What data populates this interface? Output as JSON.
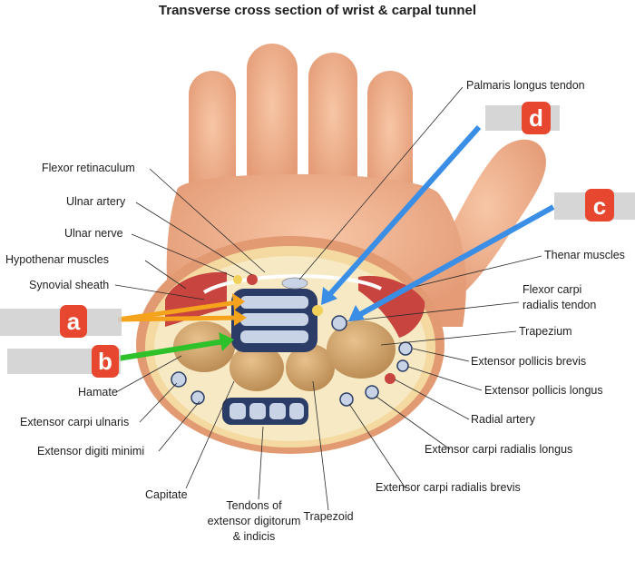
{
  "title": "Transverse cross section of wrist & carpal tunnel",
  "labels": {
    "palmaris_longus_tendon": "Palmaris longus tendon",
    "flexor_retinaculum": "Flexor retinaculum",
    "ulnar_artery": "Ulnar artery",
    "ulnar_nerve": "Ulnar nerve",
    "hypothenar_muscles": "Hypothenar muscles",
    "synovial_sheath": "Synovial sheath",
    "thenar_muscles": "Thenar muscles",
    "flexor_carpi_radialis_1": "Flexor carpi",
    "flexor_carpi_radialis_2": "radialis tendon",
    "trapezium": "Trapezium",
    "extensor_pollicis_brevis": "Extensor pollicis brevis",
    "extensor_pollicis_longus": "Extensor pollicis longus",
    "radial_artery": "Radial artery",
    "extensor_carpi_radialis_longus": "Extensor carpi radialis longus",
    "extensor_carpi_radialis_brevis": "Extensor carpi radialis brevis",
    "hamate": "Hamate",
    "extensor_carpi_ulnaris": "Extensor carpi ulnaris",
    "extensor_digiti_minimi": "Extensor digiti minimi",
    "capitate": "Capitate",
    "tendons_extensor_1": "Tendons of",
    "tendons_extensor_2": "extensor digitorum",
    "tendons_extensor_3": "& indicis",
    "trapezoid": "Trapezoid"
  },
  "answer_tags": {
    "a": "a",
    "b": "b",
    "c": "c",
    "d": "d"
  },
  "colors": {
    "skin": "#f2b38f",
    "skin_shadow": "#d98a66",
    "bone": "#d7ab72",
    "tendon_dark": "#2b3d66",
    "tag_red": "#e8472f",
    "arrow_orange": "#f5a21c",
    "arrow_green": "#2fc12a",
    "arrow_blue": "#3a8ee6"
  }
}
